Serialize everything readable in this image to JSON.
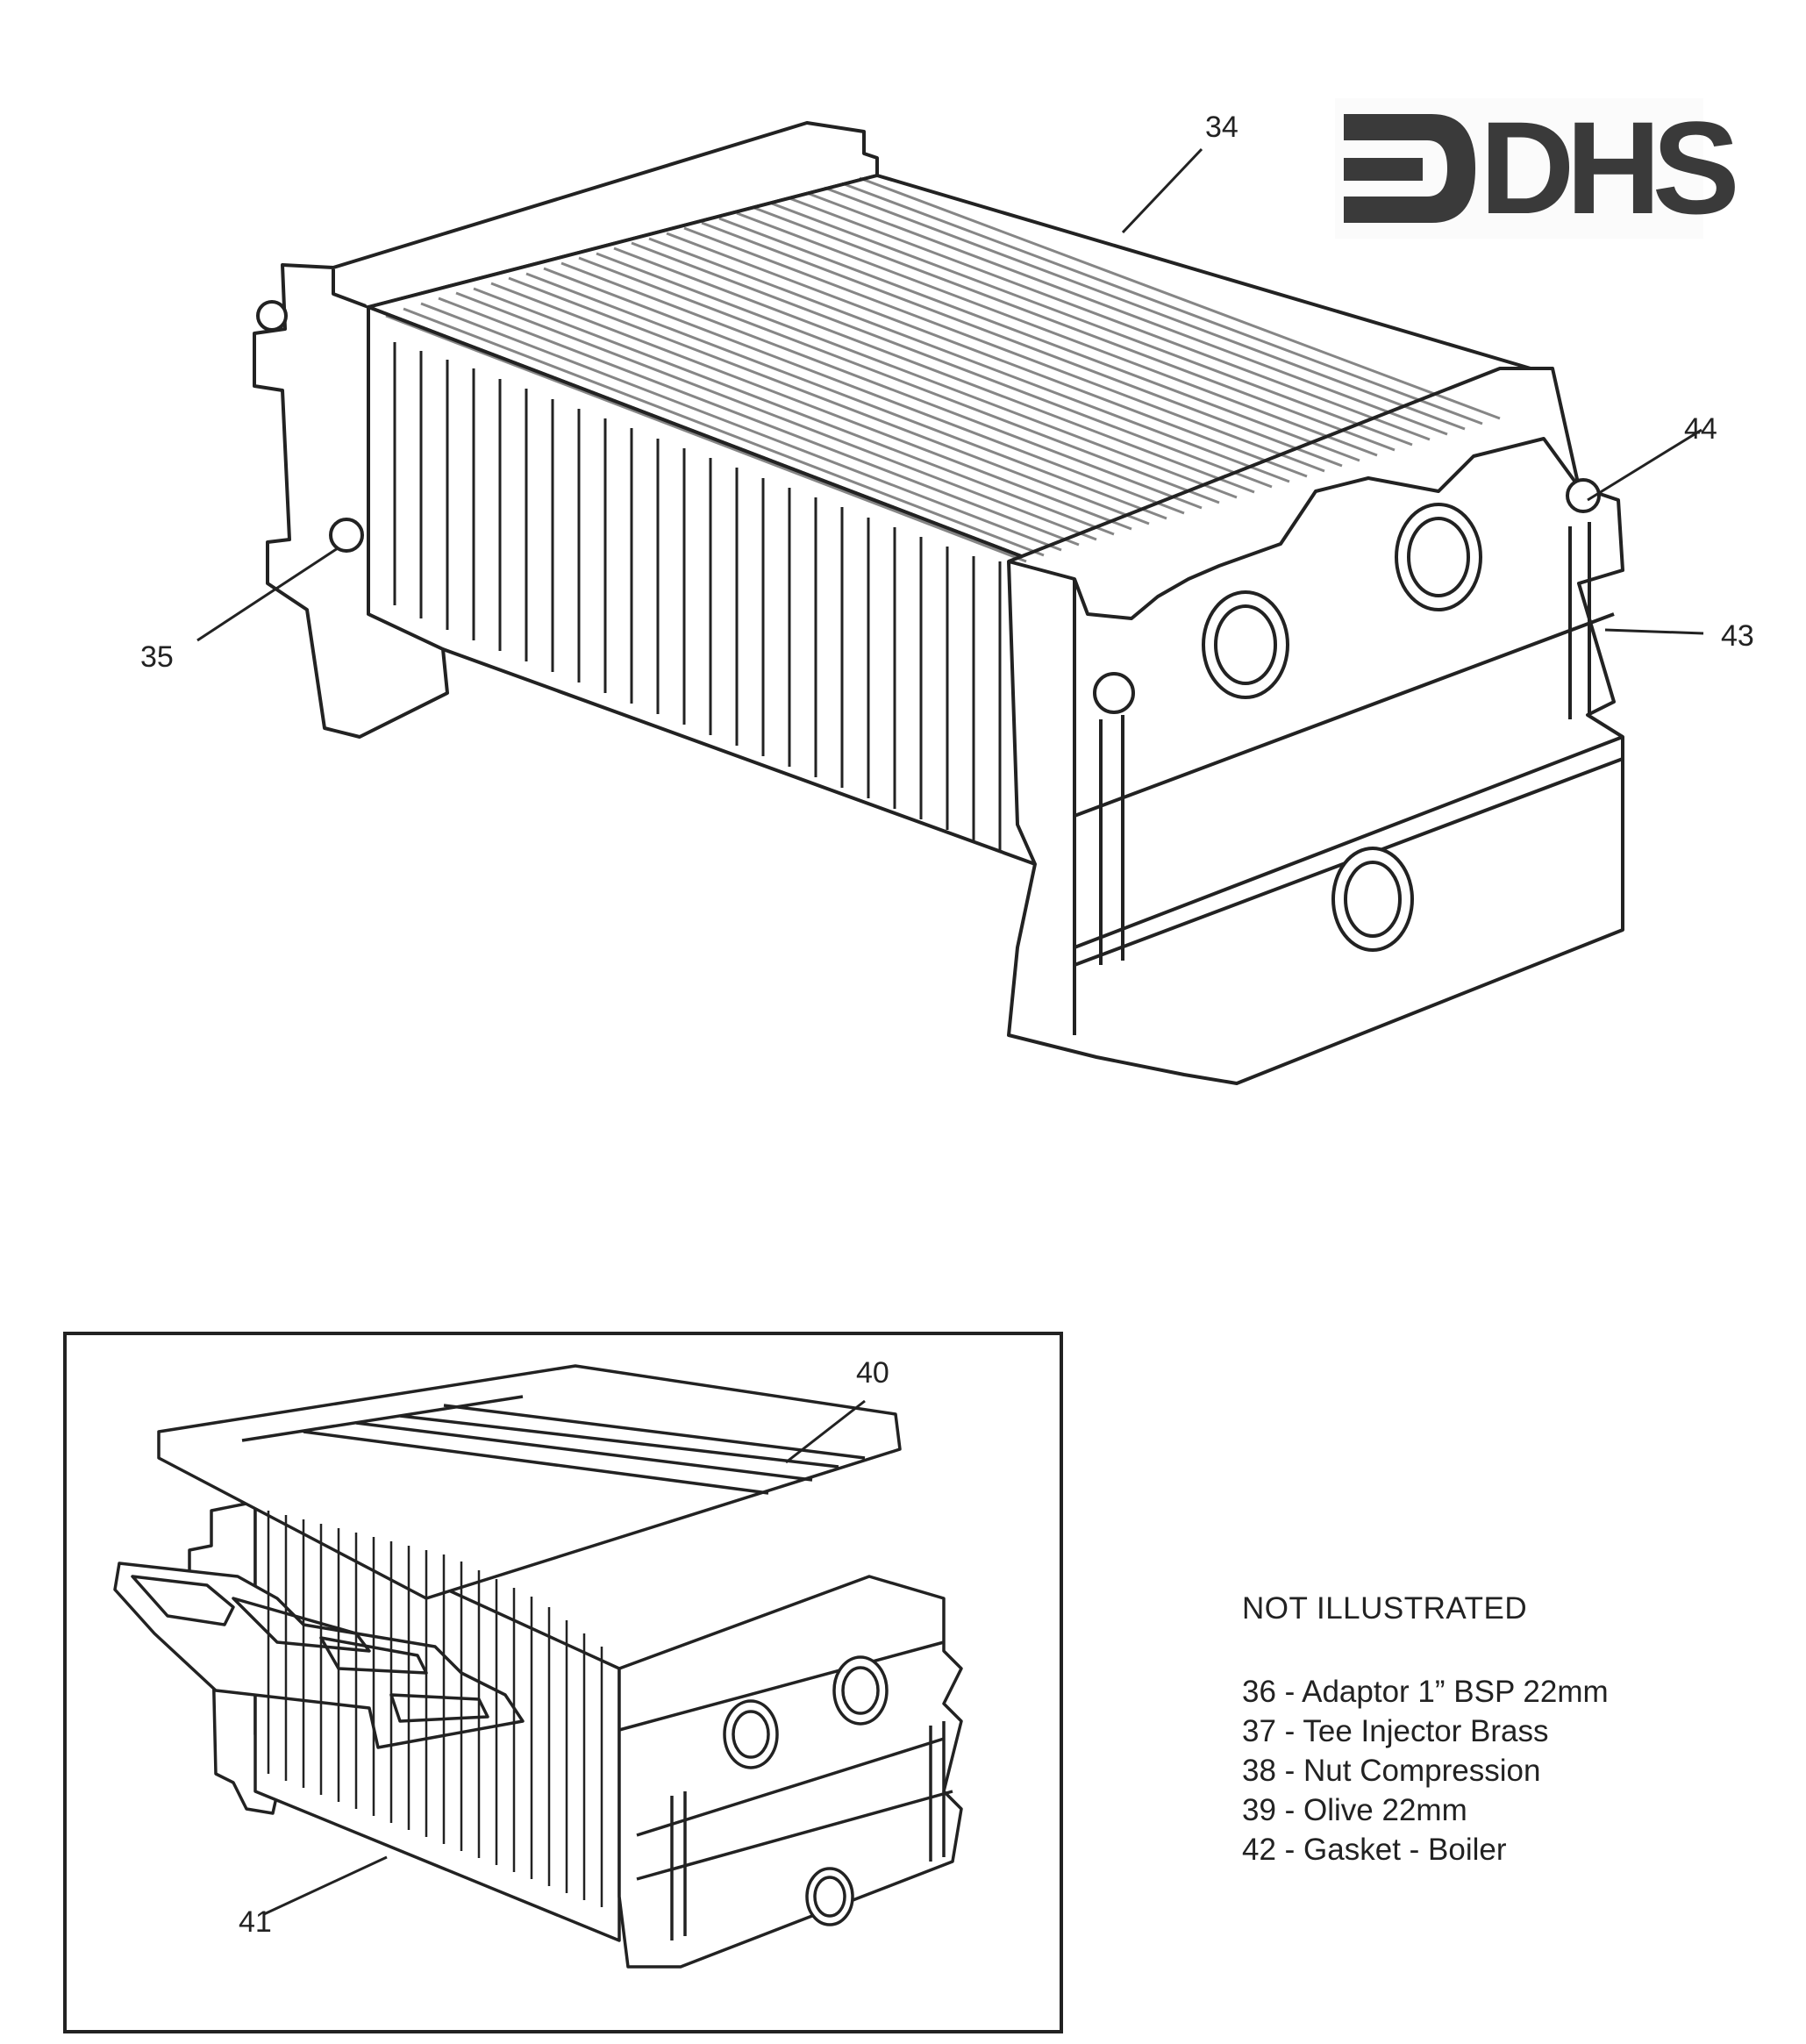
{
  "logo": {
    "text": "DHS",
    "shape": "boiler-arrow-mark"
  },
  "main_callouts": {
    "c34": "34",
    "c35": "35",
    "c43": "43",
    "c44": "44"
  },
  "inset_callouts": {
    "c40": "40",
    "c41": "41"
  },
  "not_illustrated": {
    "heading": "NOT ILLUSTRATED",
    "items": [
      {
        "label": "36 - Adaptor 1” BSP 22mm"
      },
      {
        "label": "37 - Tee Injector Brass"
      },
      {
        "label": "38 - Nut Compression"
      },
      {
        "label": "39 - Olive 22mm"
      },
      {
        "label": "42 - Gasket - Boiler"
      }
    ]
  }
}
